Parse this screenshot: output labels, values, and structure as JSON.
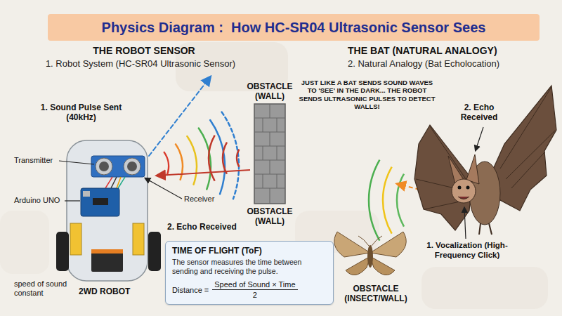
{
  "diagram": {
    "title": "Physics Diagram :  How HC-SR04 Ultrasonic Sensor Sees",
    "nodes": [
      {
        "text": [
          "TIME OF FLIGHT (ToF)",
          "The sensor measures the time between sending and receiving the pulse.",
          "Distance =",
          "Speed of Sound × Time",
          "2"
        ]
      }
    ],
    "labels": [
      "THE ROBOT SENSOR",
      "1. Robot System (HC-SR04 Ultrasonic Sensor)",
      "THE BAT (NATURAL ANALOGY)",
      "2. Natural Analogy (Bat Echolocation)",
      "1. Sound Pulse Sent (40kHz)",
      "Transmitter",
      "Arduino UNO",
      "Receiver",
      "2. Echo Received",
      "OBSTACLE (WALL)",
      "OBSTACLE (WALL)",
      "JUST LIKE A BAT SENDS SOUND WAVES TO 'SEE' IN THE DARK... THE ROBOT SENDS ULTRASONIC PULSES TO DETECT WALLS!",
      "2. Echo Received",
      "1. Vocalization (High-Frequency Click)",
      "OBSTACLE (INSECT/WALL)",
      "speed of sound constant",
      "2WD ROBOT"
    ]
  }
}
